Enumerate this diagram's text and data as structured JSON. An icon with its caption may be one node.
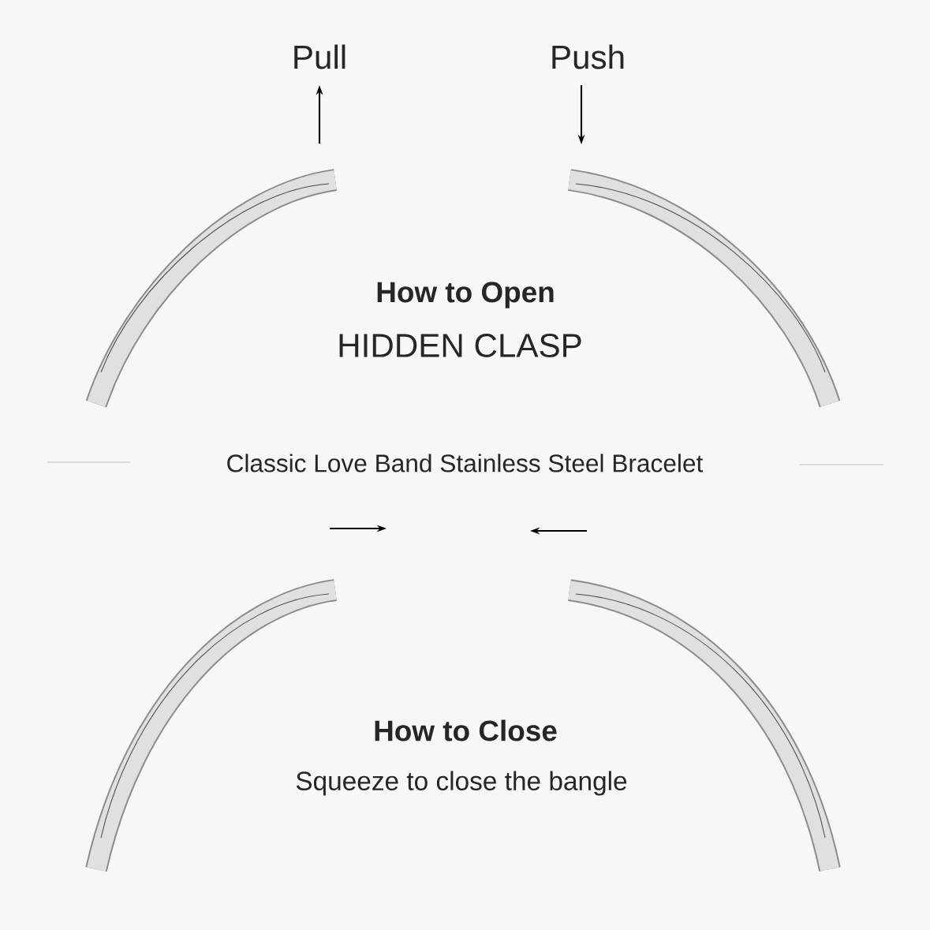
{
  "diagram": {
    "labels": [
      "Pull",
      "Push",
      "How to Open",
      "HIDDEN CLASP",
      "Classic Love Band Stainless Steel Bracelet",
      "How to Close",
      "Squeeze to close the bangle"
    ]
  }
}
